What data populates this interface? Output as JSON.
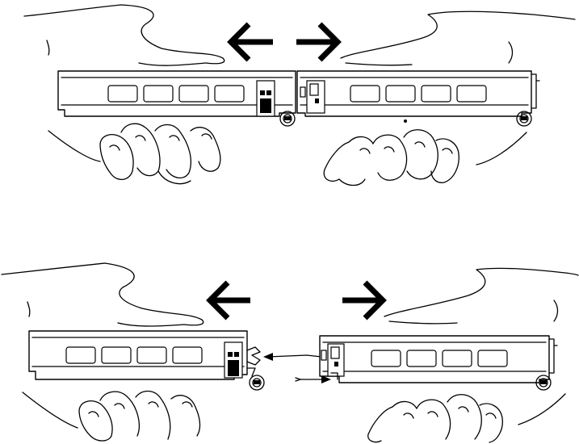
{
  "figure": {
    "panels": [
      {
        "id": "top",
        "state": "coupled"
      },
      {
        "id": "bottom",
        "state": "separated"
      }
    ],
    "icons": [
      "left-arrow-icon",
      "right-arrow-icon",
      "coupler-wheel-icon",
      "hand-icon"
    ],
    "colors": {
      "line": "#000000",
      "background": "#ffffff"
    }
  }
}
